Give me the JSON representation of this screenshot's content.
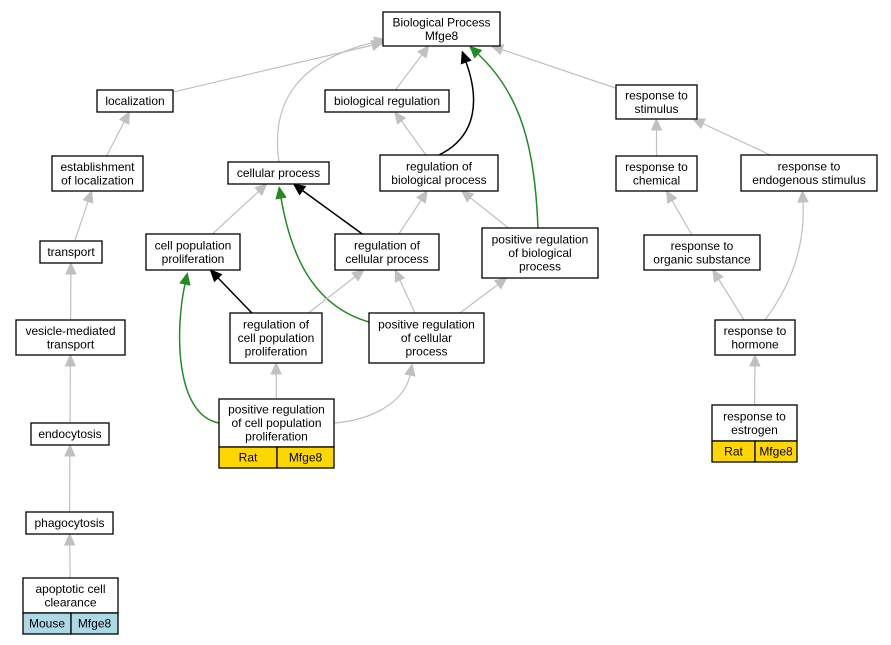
{
  "colors": {
    "edge_default": "#c0c0c0",
    "edge_black": "#000000",
    "edge_green": "#228b22",
    "tag_rat": "#ffd700",
    "tag_mouse": "#add8e6"
  },
  "nodes": {
    "bp": {
      "lines": [
        "Biological Process",
        "Mfge8"
      ]
    },
    "localization": {
      "lines": [
        "localization"
      ]
    },
    "biological_regulation": {
      "lines": [
        "biological regulation"
      ]
    },
    "response_to_stimulus": {
      "lines": [
        "response to",
        "stimulus"
      ]
    },
    "establishment_of_localization": {
      "lines": [
        "establishment",
        "of localization"
      ]
    },
    "cellular_process": {
      "lines": [
        "cellular process"
      ]
    },
    "regulation_of_biological_process": {
      "lines": [
        "regulation of",
        "biological process"
      ]
    },
    "response_to_chemical": {
      "lines": [
        "response to",
        "chemical"
      ]
    },
    "response_to_endogenous_stimulus": {
      "lines": [
        "response to",
        "endogenous stimulus"
      ]
    },
    "transport": {
      "lines": [
        "transport"
      ]
    },
    "cell_population_proliferation": {
      "lines": [
        "cell population",
        "proliferation"
      ]
    },
    "regulation_of_cellular_process": {
      "lines": [
        "regulation of",
        "cellular process"
      ]
    },
    "positive_regulation_of_biological_process": {
      "lines": [
        "positive regulation",
        "of biological",
        "process"
      ]
    },
    "response_to_organic_substance": {
      "lines": [
        "response to",
        "organic substance"
      ]
    },
    "vesicle_mediated_transport": {
      "lines": [
        "vesicle-mediated",
        "transport"
      ]
    },
    "regulation_of_cell_population_proliferation": {
      "lines": [
        "regulation of",
        "cell population",
        "proliferation"
      ]
    },
    "positive_regulation_of_cellular_process": {
      "lines": [
        "positive regulation",
        "of cellular",
        "process"
      ]
    },
    "response_to_hormone": {
      "lines": [
        "response to",
        "hormone"
      ]
    },
    "endocytosis": {
      "lines": [
        "endocytosis"
      ]
    },
    "positive_regulation_of_cell_population_proliferation": {
      "lines": [
        "positive regulation",
        "of cell population",
        "proliferation"
      ],
      "tags": [
        "Rat",
        "Mfge8"
      ],
      "tag_color": "#ffd700"
    },
    "response_to_estrogen": {
      "lines": [
        "response to",
        "estrogen"
      ],
      "tags": [
        "Rat",
        "Mfge8"
      ],
      "tag_color": "#ffd700"
    },
    "phagocytosis": {
      "lines": [
        "phagocytosis"
      ]
    },
    "apoptotic_cell_clearance": {
      "lines": [
        "apoptotic cell",
        "clearance"
      ],
      "tags": [
        "Mouse",
        "Mfge8"
      ],
      "tag_color": "#add8e6"
    }
  },
  "edges": [
    {
      "from": "localization",
      "to": "bp",
      "color": "default"
    },
    {
      "from": "biological_regulation",
      "to": "bp",
      "color": "default"
    },
    {
      "from": "response_to_stimulus",
      "to": "bp",
      "color": "default"
    },
    {
      "from": "cellular_process",
      "to": "bp",
      "color": "default"
    },
    {
      "from": "regulation_of_biological_process",
      "to": "bp",
      "color": "black"
    },
    {
      "from": "positive_regulation_of_biological_process",
      "to": "bp",
      "color": "green"
    },
    {
      "from": "establishment_of_localization",
      "to": "localization",
      "color": "default"
    },
    {
      "from": "regulation_of_biological_process",
      "to": "biological_regulation",
      "color": "default"
    },
    {
      "from": "response_to_chemical",
      "to": "response_to_stimulus",
      "color": "default"
    },
    {
      "from": "response_to_endogenous_stimulus",
      "to": "response_to_stimulus",
      "color": "default"
    },
    {
      "from": "transport",
      "to": "establishment_of_localization",
      "color": "default"
    },
    {
      "from": "cell_population_proliferation",
      "to": "cellular_process",
      "color": "default"
    },
    {
      "from": "regulation_of_cellular_process",
      "to": "cellular_process",
      "color": "black"
    },
    {
      "from": "positive_regulation_of_cellular_process",
      "to": "cellular_process",
      "color": "green"
    },
    {
      "from": "regulation_of_cellular_process",
      "to": "regulation_of_biological_process",
      "color": "default"
    },
    {
      "from": "positive_regulation_of_biological_process",
      "to": "regulation_of_biological_process",
      "color": "default"
    },
    {
      "from": "response_to_organic_substance",
      "to": "response_to_chemical",
      "color": "default"
    },
    {
      "from": "response_to_hormone",
      "to": "response_to_endogenous_stimulus",
      "color": "default"
    },
    {
      "from": "vesicle_mediated_transport",
      "to": "transport",
      "color": "default"
    },
    {
      "from": "regulation_of_cell_population_proliferation",
      "to": "cell_population_proliferation",
      "color": "black"
    },
    {
      "from": "positive_regulation_of_cell_population_proliferation",
      "to": "cell_population_proliferation",
      "color": "green"
    },
    {
      "from": "regulation_of_cell_population_proliferation",
      "to": "regulation_of_cellular_process",
      "color": "default"
    },
    {
      "from": "positive_regulation_of_cellular_process",
      "to": "regulation_of_cellular_process",
      "color": "default"
    },
    {
      "from": "positive_regulation_of_cellular_process",
      "to": "positive_regulation_of_biological_process",
      "color": "default"
    },
    {
      "from": "response_to_hormone",
      "to": "response_to_organic_substance",
      "color": "default"
    },
    {
      "from": "endocytosis",
      "to": "vesicle_mediated_transport",
      "color": "default"
    },
    {
      "from": "positive_regulation_of_cell_population_proliferation",
      "to": "regulation_of_cell_population_proliferation",
      "color": "default"
    },
    {
      "from": "positive_regulation_of_cell_population_proliferation",
      "to": "positive_regulation_of_cellular_process",
      "color": "default"
    },
    {
      "from": "response_to_estrogen",
      "to": "response_to_hormone",
      "color": "default"
    },
    {
      "from": "phagocytosis",
      "to": "endocytosis",
      "color": "default"
    },
    {
      "from": "apoptotic_cell_clearance",
      "to": "phagocytosis",
      "color": "default"
    }
  ]
}
